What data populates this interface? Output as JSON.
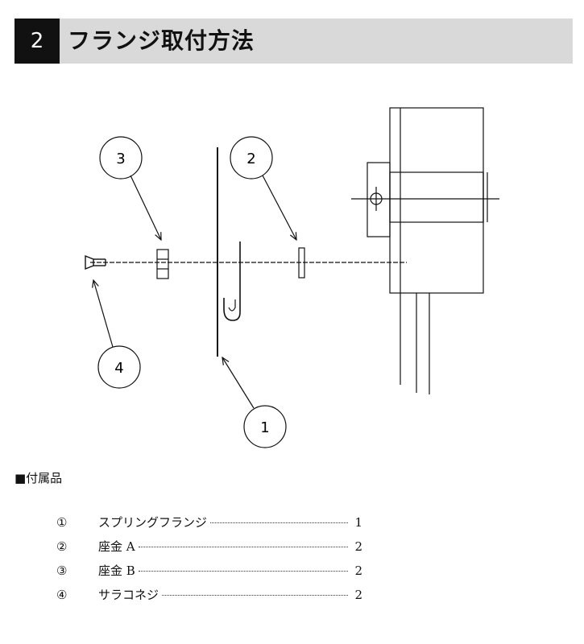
{
  "header": {
    "number": "2",
    "title": "フランジ取付方法"
  },
  "callouts": {
    "c1": "1",
    "c2": "2",
    "c3": "3",
    "c4": "4"
  },
  "accessories": {
    "heading": "■付属品",
    "items": [
      {
        "mark": "①",
        "name": "スプリングフランジ",
        "qty": "1"
      },
      {
        "mark": "②",
        "name": "座金 A",
        "qty": "2"
      },
      {
        "mark": "③",
        "name": "座金 B",
        "qty": "2"
      },
      {
        "mark": "④",
        "name": "サラコネジ",
        "qty": "2"
      }
    ]
  }
}
